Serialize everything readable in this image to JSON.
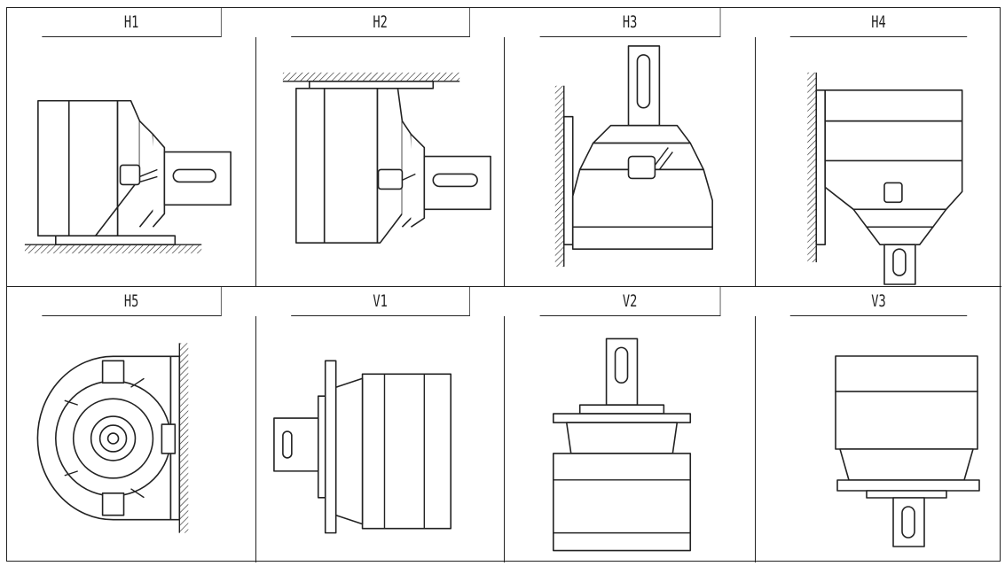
{
  "mounting_positions": [
    {
      "code": "H1",
      "drawing": "gearbox-h1-icon"
    },
    {
      "code": "H2",
      "drawing": "gearbox-h2-icon"
    },
    {
      "code": "H3",
      "drawing": "gearbox-h3-icon"
    },
    {
      "code": "H4",
      "drawing": "gearbox-h4-icon"
    },
    {
      "code": "H5",
      "drawing": "gearbox-h5-icon"
    },
    {
      "code": "V1",
      "drawing": "gearbox-v1-icon"
    },
    {
      "code": "V2",
      "drawing": "gearbox-v2-icon"
    },
    {
      "code": "V3",
      "drawing": "gearbox-v3-icon"
    }
  ],
  "colors": {
    "line": "#222222",
    "background": "#ffffff"
  }
}
